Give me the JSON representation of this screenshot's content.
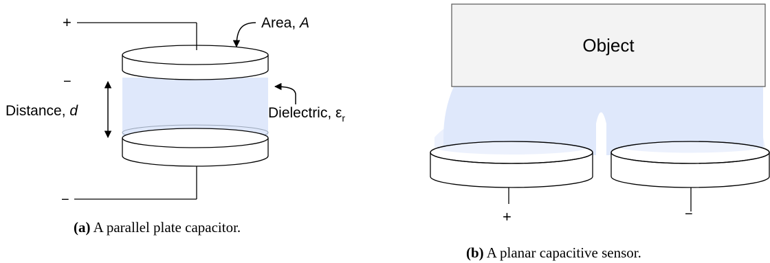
{
  "panel_a": {
    "plus_sign": "+",
    "minus_sign_top": "−",
    "minus_sign_bottom": "−",
    "area_label": "Area, ",
    "area_symbol": "A",
    "distance_label": "Distance, ",
    "distance_symbol": "d",
    "dielectric_label": "Dielectric, ε",
    "dielectric_subscript": "r",
    "caption_tag": "(a)",
    "caption_text": " A parallel plate capacitor."
  },
  "panel_b": {
    "object_label": "Object",
    "plus_sign": "+",
    "minus_sign": "−",
    "caption_tag": "(b)",
    "caption_text": " A planar capacitive sensor."
  },
  "colors": {
    "dielectric_fill": "#dfe8fb",
    "object_fill": "#f3f3f3",
    "stroke": "#000000"
  }
}
